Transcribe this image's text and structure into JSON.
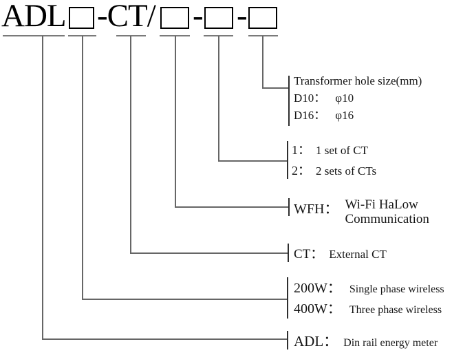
{
  "title": {
    "prefix": "ADL",
    "ct_part": "-CT/",
    "dash1": "-",
    "dash2": "-"
  },
  "labels": {
    "transformer_hole": {
      "title": "Transformer hole size(mm)",
      "options": [
        {
          "key": "D10：",
          "value": "φ10"
        },
        {
          "key": "D16：",
          "value": "φ16"
        }
      ]
    },
    "ct_sets": {
      "options": [
        {
          "key": "1：",
          "value": "1 set of CT"
        },
        {
          "key": "2：",
          "value": "2 sets of CTs"
        }
      ]
    },
    "communication": {
      "key": "WFH：",
      "desc_line1": "Wi-Fi HaLow",
      "desc_line2": "Communication"
    },
    "external_ct": {
      "key": "CT：",
      "value": "External CT"
    },
    "power_type": {
      "options": [
        {
          "key": "200W：",
          "value": "Single phase wireless"
        },
        {
          "key": "400W：",
          "value": "Three phase wireless"
        }
      ]
    },
    "meter": {
      "key": "ADL：",
      "value": "Din rail energy meter"
    }
  },
  "colors": {
    "text": "#151515",
    "line_gray": "#666666",
    "underline_gray": "#7a7a7a",
    "box_border": "#000000"
  }
}
